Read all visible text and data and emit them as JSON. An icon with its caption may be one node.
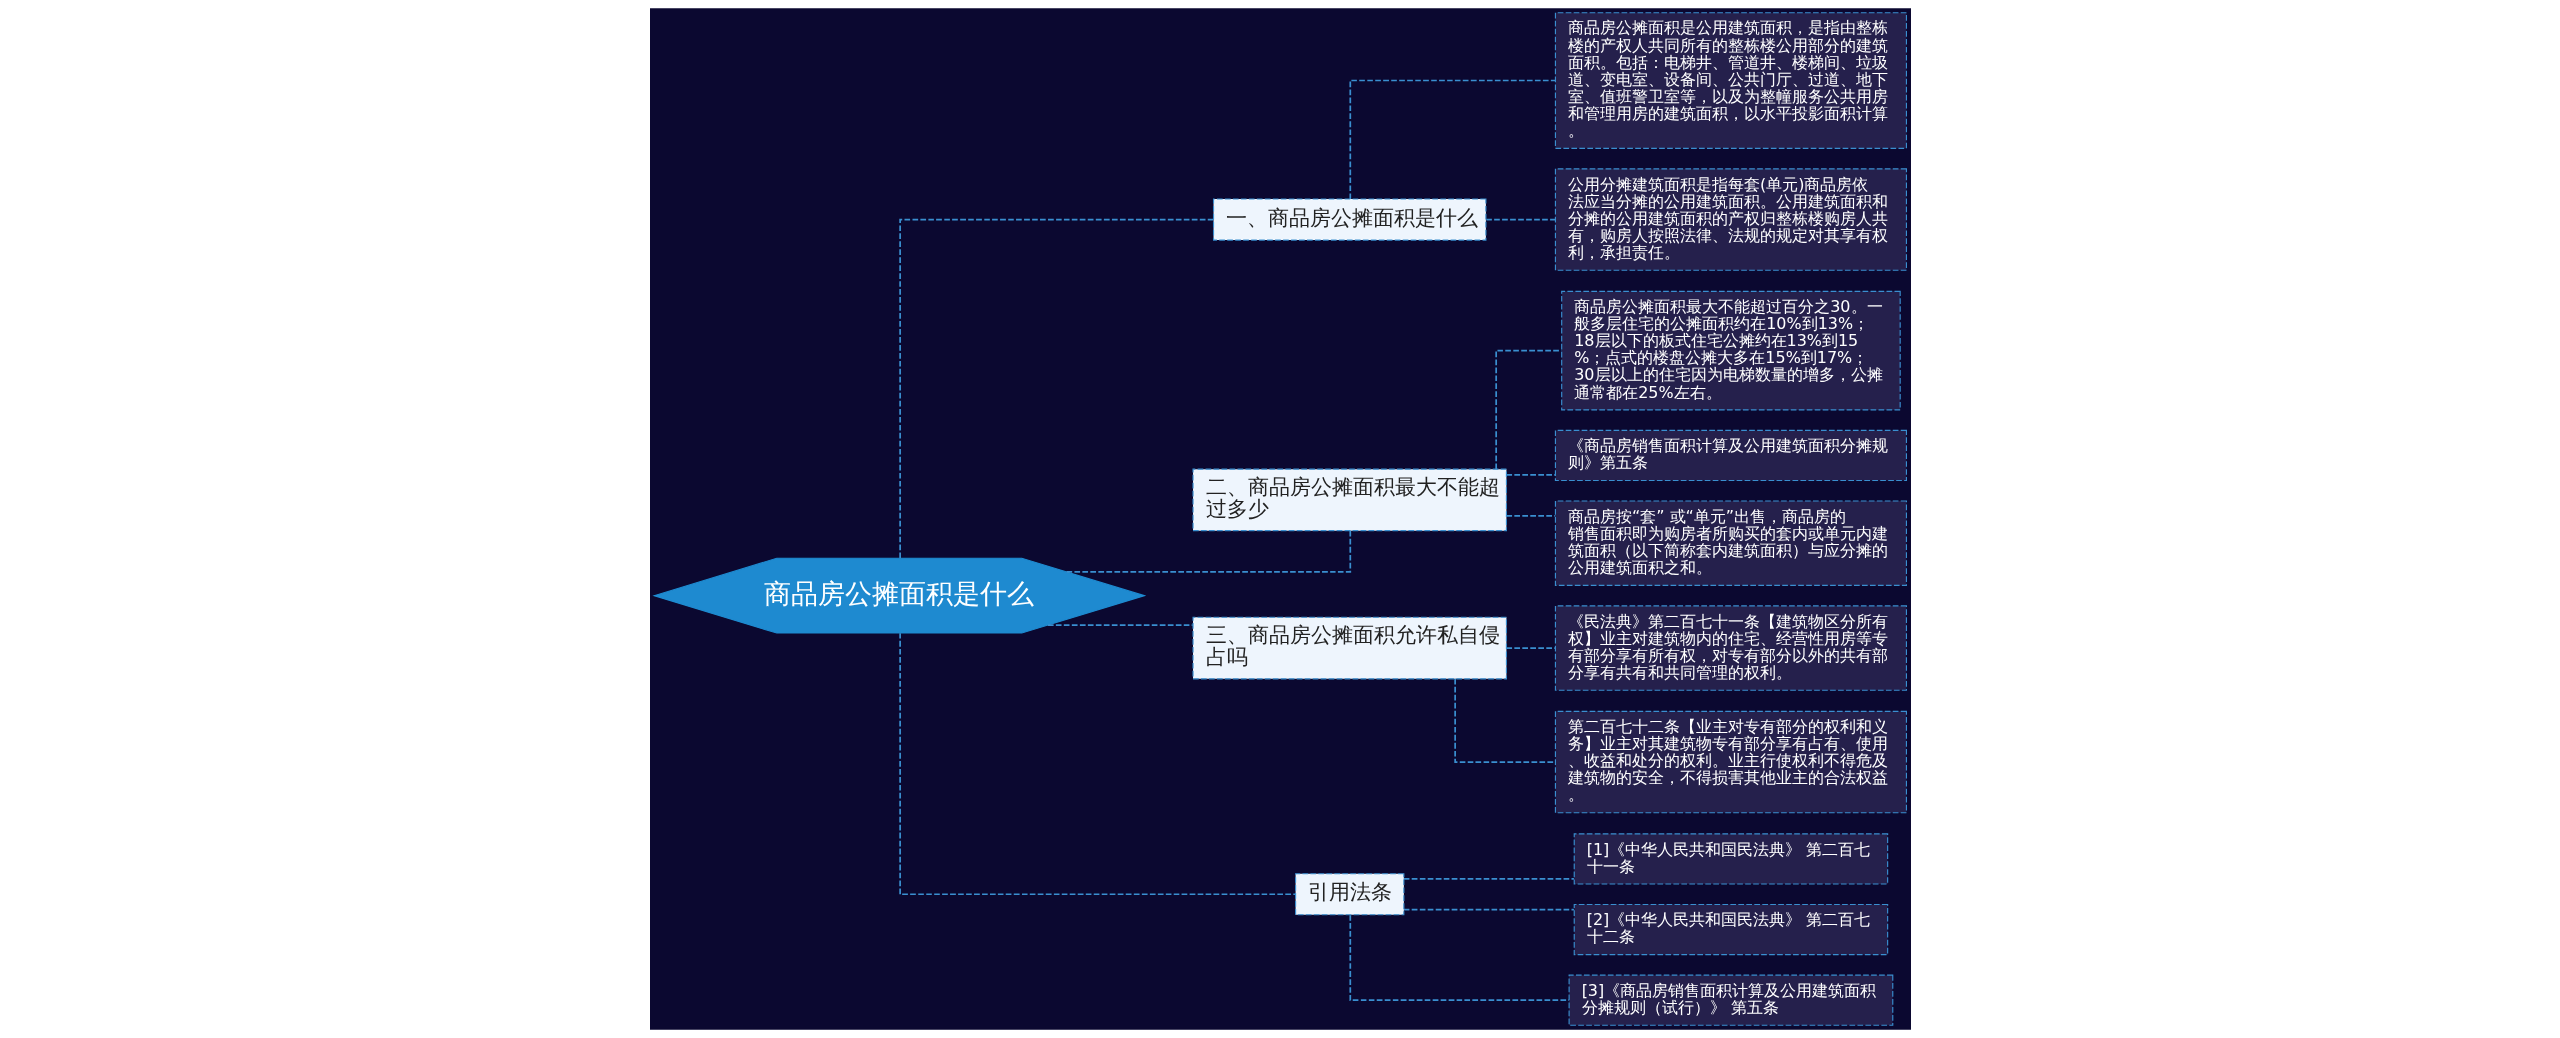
{
  "diagram": {
    "nodes": [
      {
        "text": [
          "商品房公摊面积是什么"
        ]
      },
      {
        "text": [
          "一、商品房公摊面积是什么"
        ]
      },
      {
        "text": [
          "商品房公摊面积是公用建筑面积，是指由整栋楼的产权人共同所有的整栋楼公用部分的建筑面积。包括：电梯井、管道井、楼梯间、垃圾道、变电室、设备间、公共门厅、过道、地下室、值班警卫室等，以及为整幢服务公共用房和管理用房的建筑面积，以水平投影面积计算。"
        ]
      },
      {
        "text": [
          "公用分摊建筑面积是指每套(单元)商品房依法应当分摊的公用建筑面积。公用建筑面积和分摊的公用建筑面积的产权归整栋楼购房人共有，购房人按照法律、法规的规定对其享有权利，承担责任。"
        ]
      },
      {
        "text": [
          "二、商品房公摊面积最大不能超过多少"
        ]
      },
      {
        "text": [
          "商品房公摊面积最大不能超过百分之30。一般多层住宅的公摊面积约在10%到13%；18层以下的板式住宅公摊约在13%到15%；点式的楼盘公摊大多在15%到17%；30层以上的住宅因为电梯数量的增多，公摊通常都在25%左右。"
        ]
      },
      {
        "text": [
          "《商品房销售面积计算及公用建筑面积分摊规则》第五条"
        ]
      },
      {
        "text": [
          "商品房按“套” 或“单元”出售，商品房的销售面积即为购房者所购买的套内或单元内建筑面积（以下简称套内建筑面积）与应分摊的公用建筑面积之和。"
        ]
      },
      {
        "text": [
          "三、商品房公摊面积允许私自侵占吗"
        ]
      },
      {
        "text": [
          "《民法典》第二百七十一条【建筑物区分所有权】业主对建筑物内的住宅、经营性用房等专有部分享有所有权，对专有部分以外的共有部分享有共有和共同管理的权利。"
        ]
      },
      {
        "text": [
          "第二百七十二条【业主对专有部分的权利和义务】业主对其建筑物专有部分享有占有、使用、收益和处分的权利。业主行使权利不得危及建筑物的安全，不得损害其他业主的合法权益。"
        ]
      },
      {
        "text": [
          "引用法条"
        ]
      },
      {
        "text": [
          "[1]《中华人民共和国民法典》 第二百七十一条"
        ]
      },
      {
        "text": [
          "[2]《中华人民共和国民法典》 第二百七十二条"
        ]
      },
      {
        "text": [
          "[3]《商品房销售面积计算及公用建筑面积分摊规则（试行）》 第五条"
        ]
      }
    ],
    "edges": [
      {
        "from": 0,
        "to": 1,
        "arrow": "none"
      },
      {
        "from": 1,
        "to": 2,
        "arrow": "none"
      },
      {
        "from": 1,
        "to": 3,
        "arrow": "none"
      },
      {
        "from": 0,
        "to": 4,
        "arrow": "none"
      },
      {
        "from": 4,
        "to": 5,
        "arrow": "none"
      },
      {
        "from": 4,
        "to": 6,
        "arrow": "none"
      },
      {
        "from": 4,
        "to": 7,
        "arrow": "none"
      },
      {
        "from": 0,
        "to": 8,
        "arrow": "none"
      },
      {
        "from": 8,
        "to": 9,
        "arrow": "none"
      },
      {
        "from": 8,
        "to": 10,
        "arrow": "none"
      },
      {
        "from": 0,
        "to": 11,
        "arrow": "none"
      },
      {
        "from": 11,
        "to": 12,
        "arrow": "none"
      },
      {
        "from": 11,
        "to": 13,
        "arrow": "none"
      },
      {
        "from": 11,
        "to": 14,
        "arrow": "none"
      }
    ]
  }
}
